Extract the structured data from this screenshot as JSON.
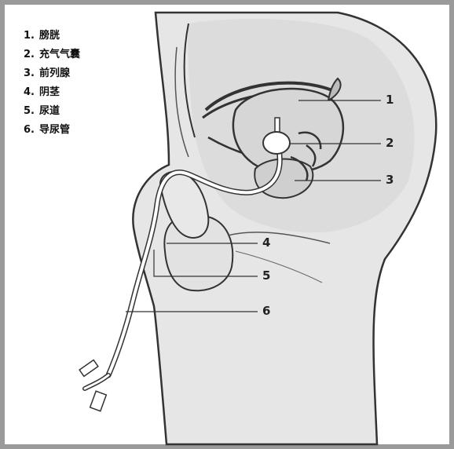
{
  "legend": {
    "items": [
      {
        "num": "1.",
        "label": "膀胱"
      },
      {
        "num": "2.",
        "label": "充气气囊"
      },
      {
        "num": "3.",
        "label": "前列腺"
      },
      {
        "num": "4.",
        "label": "阴茎"
      },
      {
        "num": "5.",
        "label": "尿道"
      },
      {
        "num": "6.",
        "label": "导尿管"
      }
    ]
  },
  "callouts": [
    "1",
    "2",
    "3",
    "4",
    "5",
    "6"
  ],
  "colors": {
    "frame": "#9a9a9a",
    "ink": "#333333",
    "shade": "#e4e4e4",
    "catheter": "#ffffff"
  }
}
